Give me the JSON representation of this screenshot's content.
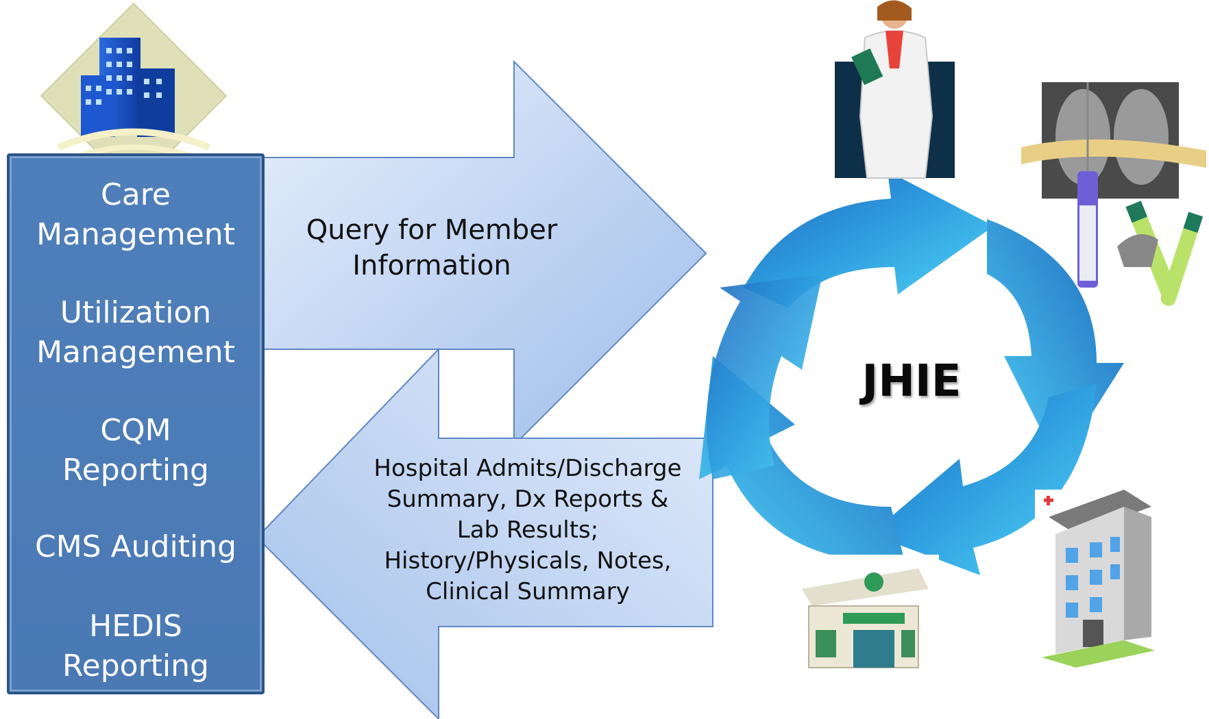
{
  "left_panel": {
    "items": [
      {
        "line1": "Care",
        "line2": "Management"
      },
      {
        "line1": "Utilization",
        "line2": "Management"
      },
      {
        "line1": "CQM",
        "line2": "Reporting"
      },
      {
        "line1": "CMS Auditing",
        "line2": ""
      },
      {
        "line1": "HEDIS",
        "line2": "Reporting"
      }
    ]
  },
  "arrows": {
    "query": {
      "line1": "Query for Member",
      "line2": "Information"
    },
    "results": {
      "lines": [
        "Hospital Admits/Discharge",
        "Summary, Dx Reports &",
        "Lab Results;",
        "History/Physicals, Notes,",
        "Clinical Summary"
      ]
    }
  },
  "hub": {
    "label": "JHIE"
  },
  "icons": [
    "office-building-icon",
    "doctor-icon",
    "medical-supplies-icon",
    "pharmacy-building-icon",
    "hospital-building-icon",
    "cycle-arrows-icon"
  ],
  "colors": {
    "panel": "#4f7fba",
    "arrow_light": "#dce8fa",
    "arrow_dark": "#9dbcea",
    "cycle_light": "#38c6f0",
    "cycle_dark": "#1f62b8"
  }
}
